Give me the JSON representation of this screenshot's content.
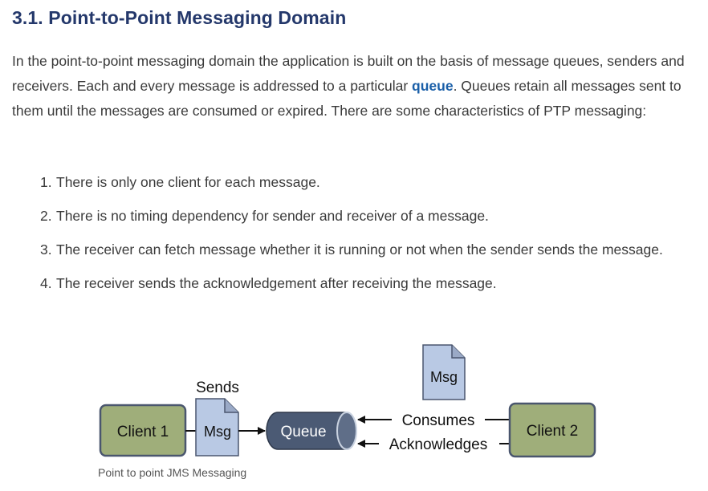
{
  "heading": "3.1. Point-to-Point Messaging Domain",
  "intro": {
    "part1": "In the point-to-point messaging domain the application is built on the basis of message queues, senders and receivers. Each and every message is addressed to a particular ",
    "link": "queue",
    "part2": ". Queues retain all messages sent to them until the messages are consumed or expired. There are some characteristics of PTP messaging:"
  },
  "list": [
    {
      "num": "1.",
      "text": "There is only one client for each message."
    },
    {
      "num": "2.",
      "text": "There is no timing dependency for sender and receiver of a message."
    },
    {
      "num": "3.",
      "text": "The receiver can fetch message whether it is running or not when the sender sends the message."
    },
    {
      "num": "4.",
      "text": "The receiver sends the acknowledgement after receiving the message."
    }
  ],
  "diagram": {
    "client1": "Client 1",
    "client2": "Client 2",
    "msg_label": "Msg",
    "msg_top_label": "Msg",
    "queue": "Queue",
    "sends": "Sends",
    "consumes": "Consumes",
    "acknowledges": "Acknowledges"
  },
  "caption": "Point to point JMS Messaging",
  "colors": {
    "heading": "#24386b",
    "link": "#1a5fa8",
    "client_fill": "#9fae7a",
    "msg_fill": "#b9c9e4",
    "queue_fill": "#4b5a74"
  }
}
